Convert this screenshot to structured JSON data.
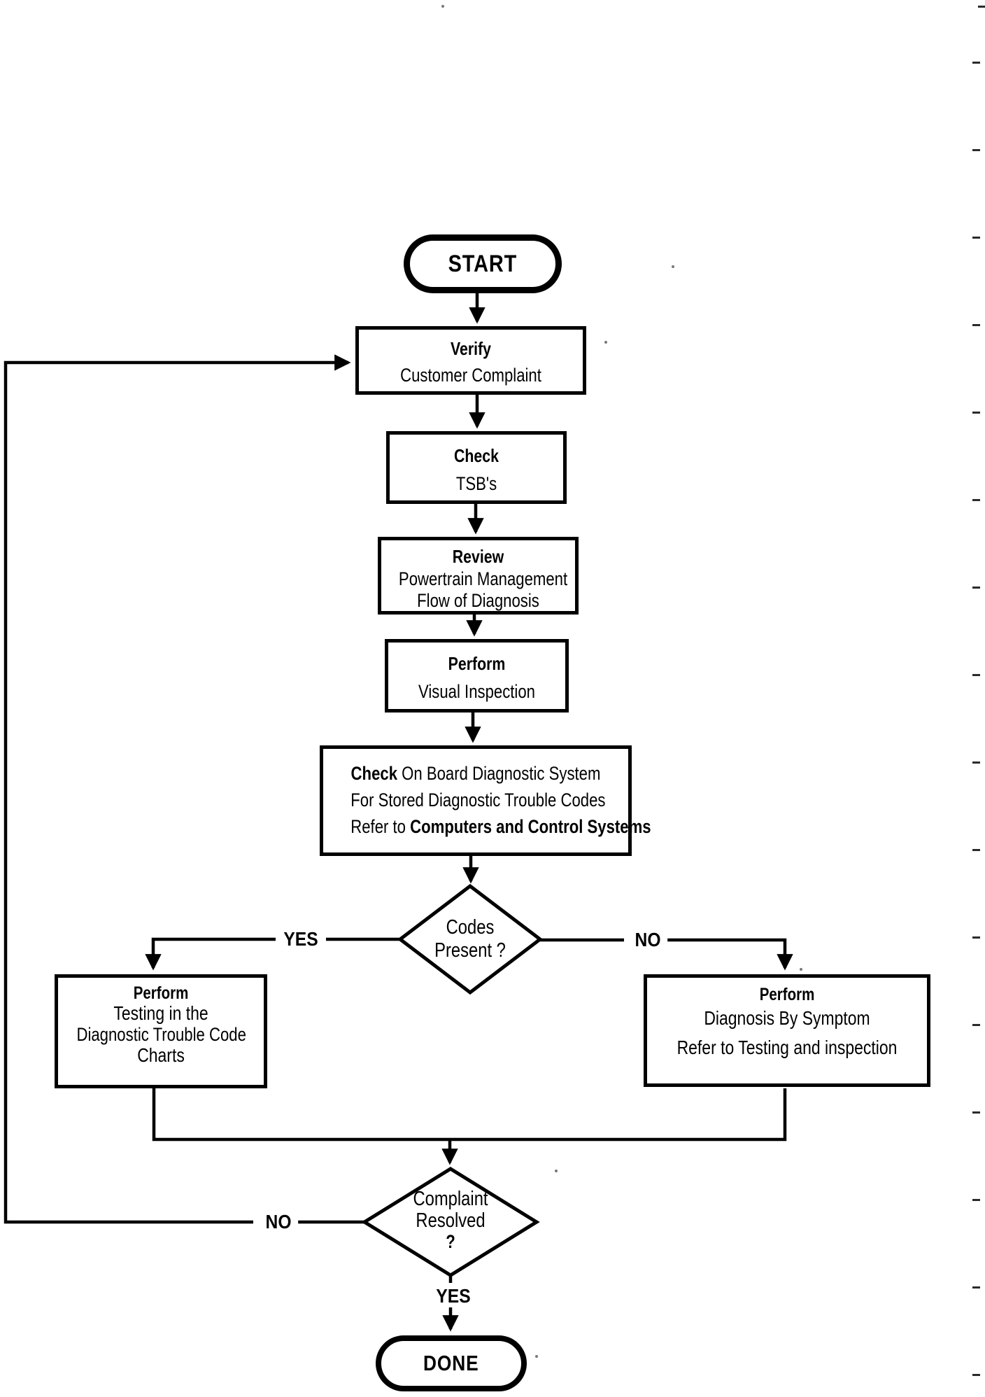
{
  "flowchart": {
    "start": {
      "label": "START"
    },
    "verify": {
      "title": "Verify",
      "line1": "Customer Complaint"
    },
    "check_tsb": {
      "title": "Check",
      "line1": "TSB's"
    },
    "review": {
      "title": "Review",
      "line1": "Powertrain Management",
      "line2": "Flow of Diagnosis"
    },
    "visual": {
      "title": "Perform",
      "line1": "Visual Inspection"
    },
    "obd": {
      "l1_bold": "Check",
      "l1_rest": " On Board Diagnostic System",
      "l2": "For Stored Diagnostic Trouble Codes",
      "l3_prefix": "Refer to ",
      "l3_bold": "Computers and Control Systems"
    },
    "codes_diamond": {
      "line1": "Codes",
      "line2": "Present ?"
    },
    "dtc_box": {
      "title": "Perform",
      "line1": "Testing in the",
      "line2": "Diagnostic Trouble Code",
      "line3": "Charts"
    },
    "symptom_box": {
      "title": "Perform",
      "line1": "Diagnosis By Symptom",
      "line2": "Refer to Testing and inspection"
    },
    "resolved_diamond": {
      "line1": "Complaint",
      "line2": "Resolved",
      "line3": "?"
    },
    "labels": {
      "codes_yes": "YES",
      "codes_no": "NO",
      "resolved_no": "NO",
      "resolved_yes": "YES"
    },
    "done": {
      "label": "DONE"
    }
  },
  "colors": {
    "ink": "#000000",
    "paper": "#ffffff"
  }
}
